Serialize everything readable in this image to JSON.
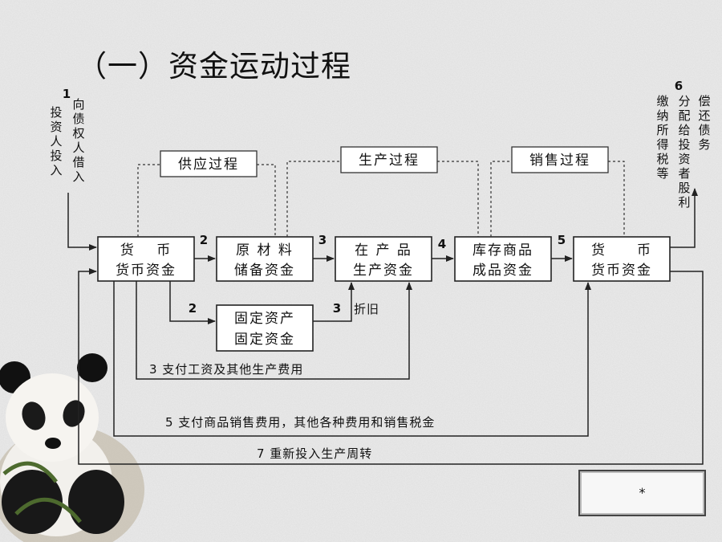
{
  "title": "（一）资金运动过程",
  "boxes": {
    "money1": [
      "货　 币",
      "货币资金"
    ],
    "material": [
      "原 材 料",
      "储备资金"
    ],
    "wip": [
      "在 产 品",
      "生产资金"
    ],
    "inventory": [
      "库存商品",
      "成品资金"
    ],
    "money2": [
      "货　　币",
      "货币资金"
    ],
    "fixed": [
      "固定资产",
      "固定资金"
    ]
  },
  "processes": {
    "supply": "供应过程",
    "production": "生产过程",
    "sales": "销售过程"
  },
  "step_numbers": {
    "s1": "1",
    "s2a": "2",
    "s2b": "2",
    "s3a": "3",
    "s3b": "3",
    "s4": "4",
    "s5": "5",
    "s6": "6"
  },
  "input_label": {
    "col1": [
      "投",
      "资",
      "人",
      "投",
      "入"
    ],
    "col2": [
      "向",
      "债",
      "权",
      "人",
      "借",
      "入"
    ]
  },
  "output_label": {
    "col1": [
      "缴",
      "纳",
      "所",
      "得",
      "税",
      "等"
    ],
    "col2": [
      "分",
      "配",
      "给",
      "投",
      "资",
      "者",
      "股",
      "利"
    ],
    "col3": [
      "偿",
      "还",
      "债",
      "务"
    ]
  },
  "labels": {
    "depreciation": "折旧",
    "wages": "3 支付工资及其他生产费用",
    "sales_expense": "5 支付商品销售费用，其他各种费用和销售税金",
    "reinvest": "7 重新投入生产周转"
  },
  "footer_mark": "*"
}
